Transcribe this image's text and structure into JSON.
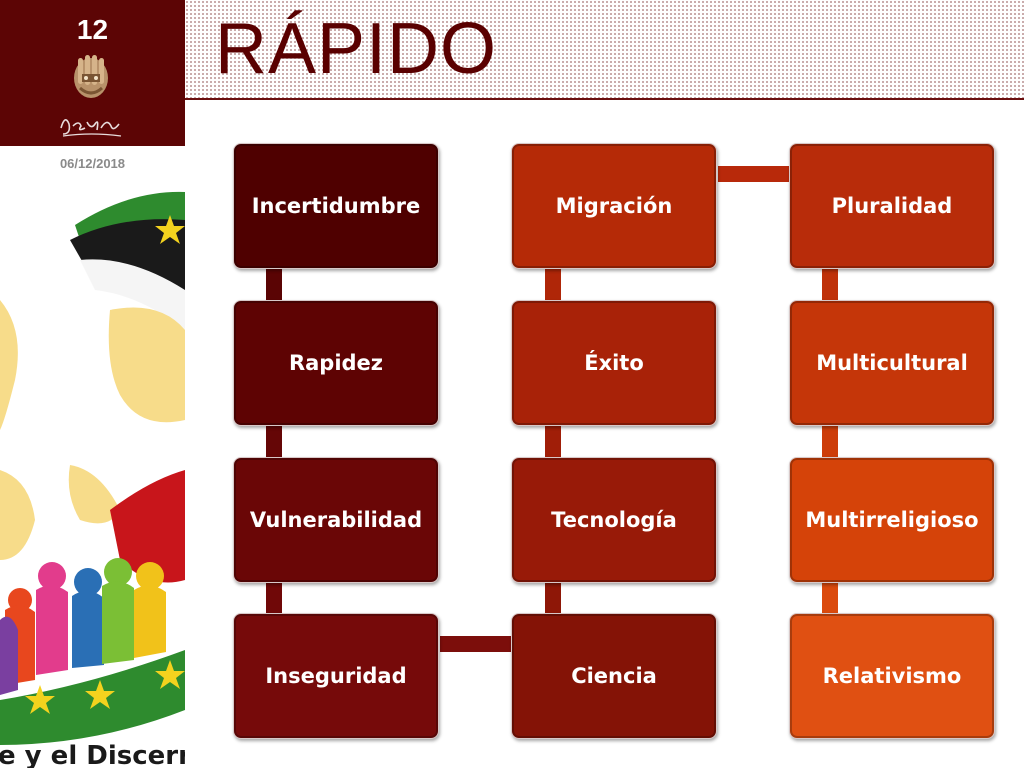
{
  "slide": {
    "number": "12",
    "date": "06/12/2018",
    "title": "RÁPIDO",
    "logo_text": "e y el Discernimi"
  },
  "colors": {
    "badge": "#5c0505",
    "title": "#5a0000",
    "column1": [
      "#4f0000",
      "#5e0303",
      "#6a0606",
      "#760a0a"
    ],
    "column2": [
      "#b52a07",
      "#a82208",
      "#981a08",
      "#841306"
    ],
    "column3": [
      "#b82c0a",
      "#c53609",
      "#d54309",
      "#e05012"
    ]
  },
  "nodes": {
    "col1": [
      "Incertidumbre",
      "Rapidez",
      "Vulnerabilidad",
      "Inseguridad"
    ],
    "col2": [
      "Migración",
      "Éxito",
      "Tecnología",
      "Ciencia"
    ],
    "col3": [
      "Pluralidad",
      "Multicultural",
      "Multirreligioso",
      "Relativismo"
    ]
  }
}
